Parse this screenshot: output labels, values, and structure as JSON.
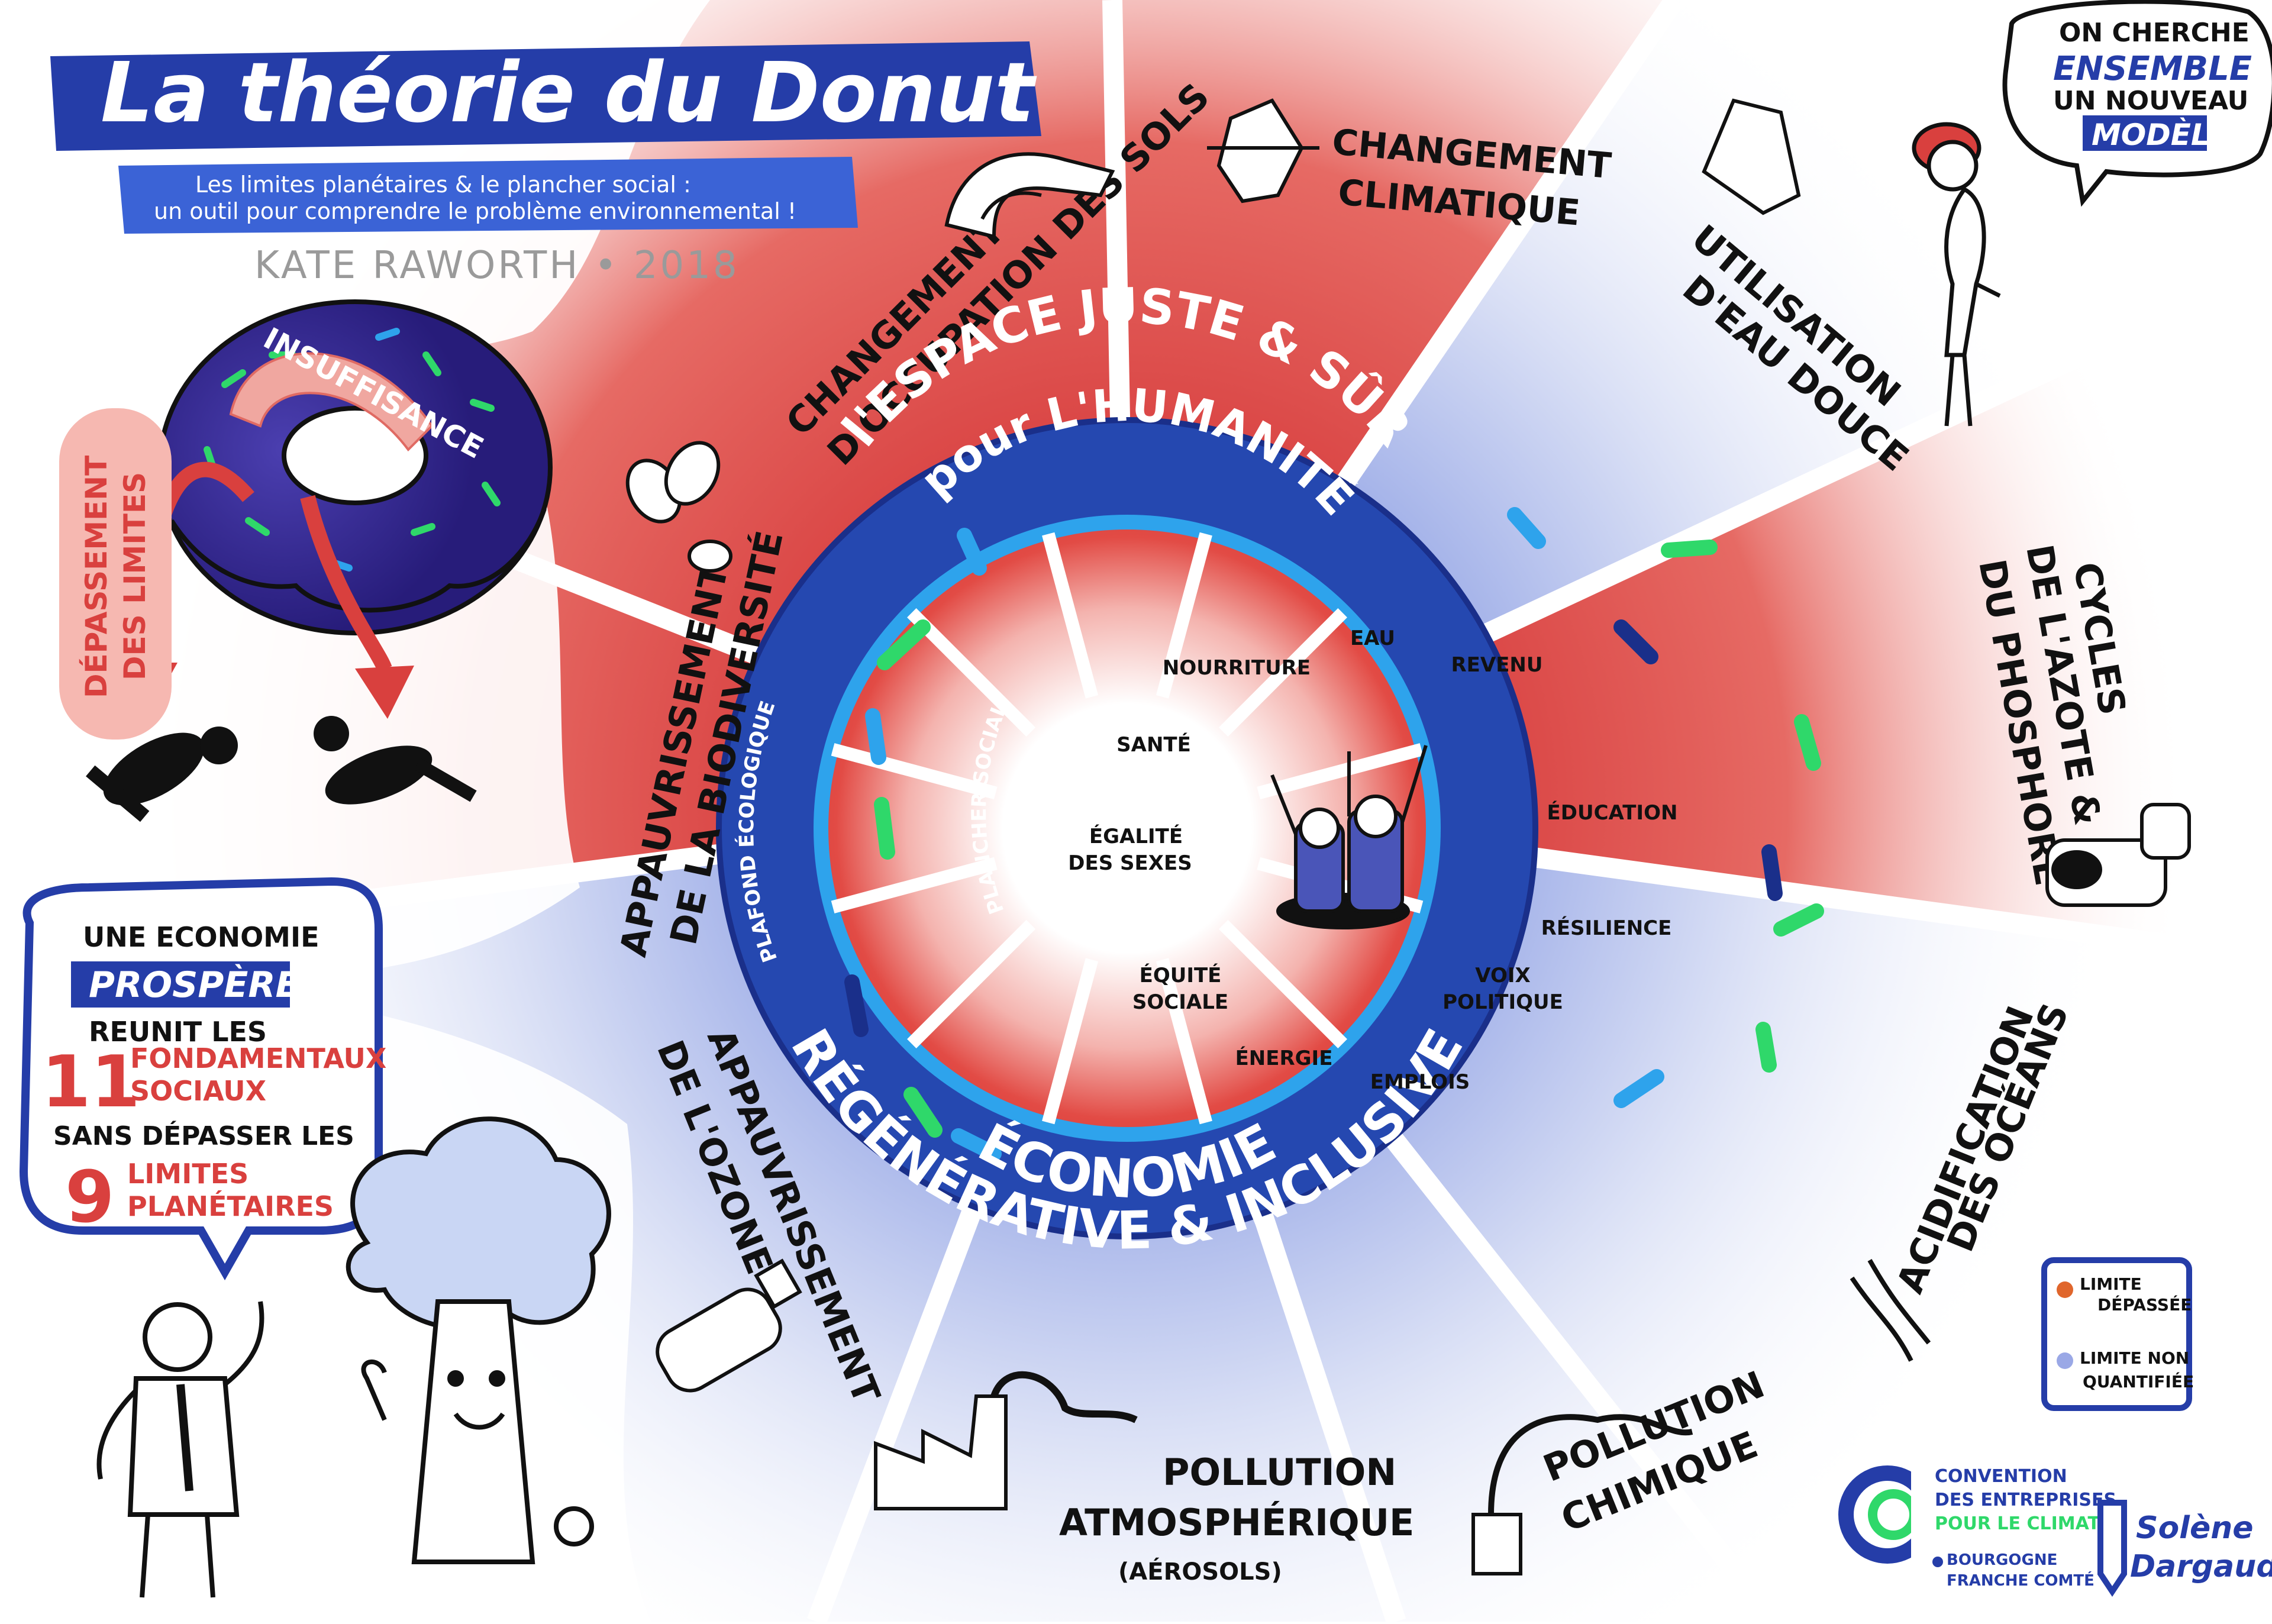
{
  "title": "La théorie du Donut",
  "subtitle_line1": "Les limites planétaires & le plancher social :",
  "subtitle_line2": "un outil pour comprendre le problème environnemental !",
  "author": "KATE RAWORTH • 2018",
  "donut_label": "INSUFFISANCE",
  "overshoot_label_1": "DÉPASSEMENT",
  "overshoot_label_2": "DES LIMITES",
  "speech_bubble": {
    "line1": "ON CHERCHE",
    "line2": "ENSEMBLE",
    "line3": "UN NOUVEAU",
    "line4": "MODÈLE"
  },
  "economy_box": {
    "line1": "UNE ECONOMIE",
    "line2": "PROSPÈRE",
    "line3": "REUNIT LES",
    "num1": "11",
    "line4a": "FONDAMENTAUX",
    "line4b": "SOCIAUX",
    "line5": "SANS DÉPASSER LES",
    "num2": "9",
    "line6a": "LIMITES",
    "line6b": "PLANÉTAIRES"
  },
  "ceiling": {
    "climate_1": "CHANGEMENT",
    "climate_2": "CLIMATIQUE",
    "water_1": "UTILISATION",
    "water_2": "D'EAU DOUCE",
    "nitrogen_1": "CYCLES",
    "nitrogen_2": "DE L'AZOTE &",
    "nitrogen_3": "DU PHOSPHORE",
    "ocean_1": "ACIDIFICATION",
    "ocean_2": "DES OCÉANS",
    "chem_1": "POLLUTION",
    "chem_2": "CHIMIQUE",
    "air_1": "POLLUTION",
    "air_2": "ATMOSPHÉRIQUE",
    "air_3": "(AÉROSOLS)",
    "ozone_1": "APPAUVRISSEMENT",
    "ozone_2": "DE L'OZONE",
    "bio_1": "APPAUVRISSEMENT",
    "bio_2": "DE LA BIODIVERSITÉ",
    "land_1": "CHANGEMENT",
    "land_2": "D'OCCUPATION DES SOLS"
  },
  "ring_top_1": "l'ESPACE JUSTE & SÛR",
  "ring_top_2": "pour L'HUMANITÉ",
  "ring_bottom_1": "ÉCONOMIE",
  "ring_bottom_2": "RÉGÉNÉRATIVE & INCLUSIVE",
  "plafond": "PLAFOND ÉCOLOGIQUE",
  "plancher": "PLANCHER SOCIAL",
  "social": {
    "eau": "EAU",
    "revenu": "REVENU",
    "education": "ÉDUCATION",
    "resilience": "RÉSILIENCE",
    "voix_1": "VOIX",
    "voix_2": "POLITIQUE",
    "emplois": "EMPLOIS",
    "energie": "ÉNERGIE",
    "equite_1": "ÉQUITÉ",
    "equite_2": "SOCIALE",
    "egalite_1": "ÉGALITÉ",
    "egalite_2": "DES SEXES",
    "sante": "SANTÉ",
    "nourriture": "NOURRITURE"
  },
  "legend": {
    "item1_a": "LIMITE",
    "item1_b": "DÉPASSÉE",
    "item2_a": "LIMITE NON",
    "item2_b": "QUANTIFIÉE"
  },
  "logo_cec": {
    "line1": "CONVENTION",
    "line2": "DES ENTREPRISES",
    "line3": "POUR LE CLIMAT",
    "line4": "BOURGOGNE",
    "line5": "FRANCHE COMTÉ"
  },
  "logo_artist_1": "Solène",
  "logo_artist_2": "Dargaud",
  "colors": {
    "blue": "#2548b0",
    "dark_blue": "#1a2f8a",
    "red": "#d9403e",
    "light_blue": "#2ea3ec",
    "green": "#2fd86a",
    "legend_orange": "#e0662c",
    "legend_blue": "#9aa8e6"
  }
}
